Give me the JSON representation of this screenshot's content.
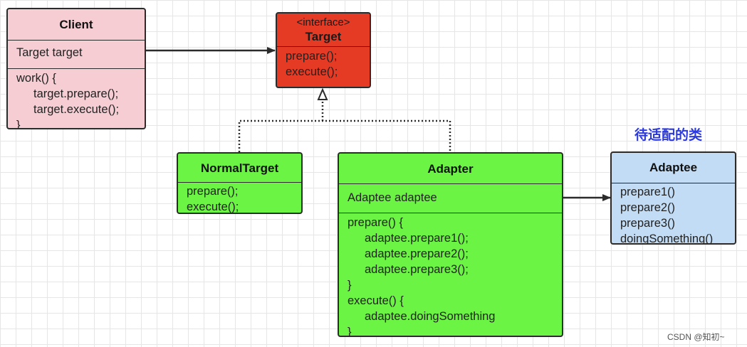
{
  "client": {
    "name": "Client",
    "field": "Target target",
    "methods": [
      "work() {",
      "target.prepare();",
      "target.execute();",
      "}"
    ],
    "color": "#f5cdd3"
  },
  "target": {
    "stereotype": "<interface>",
    "name": "Target",
    "methods": [
      "prepare();",
      "execute();"
    ],
    "color": "#e53b25"
  },
  "normal_target": {
    "name": "NormalTarget",
    "methods": [
      "prepare();",
      "execute();"
    ],
    "color": "#6cf444"
  },
  "adapter": {
    "name": "Adapter",
    "field": "Adaptee adaptee",
    "methods": [
      "prepare() {",
      "adaptee.prepare1();",
      "adaptee.prepare2();",
      "adaptee.prepare3();",
      "}",
      "execute() {",
      "adaptee.doingSomething",
      "}"
    ],
    "color": "#6cf444"
  },
  "adaptee": {
    "note": "待适配的类",
    "name": "Adaptee",
    "methods": [
      "prepare1()",
      "prepare2()",
      "prepare3()",
      "doingSomething()"
    ],
    "color": "#c2dcf5"
  },
  "watermark": "CSDN @知初~"
}
